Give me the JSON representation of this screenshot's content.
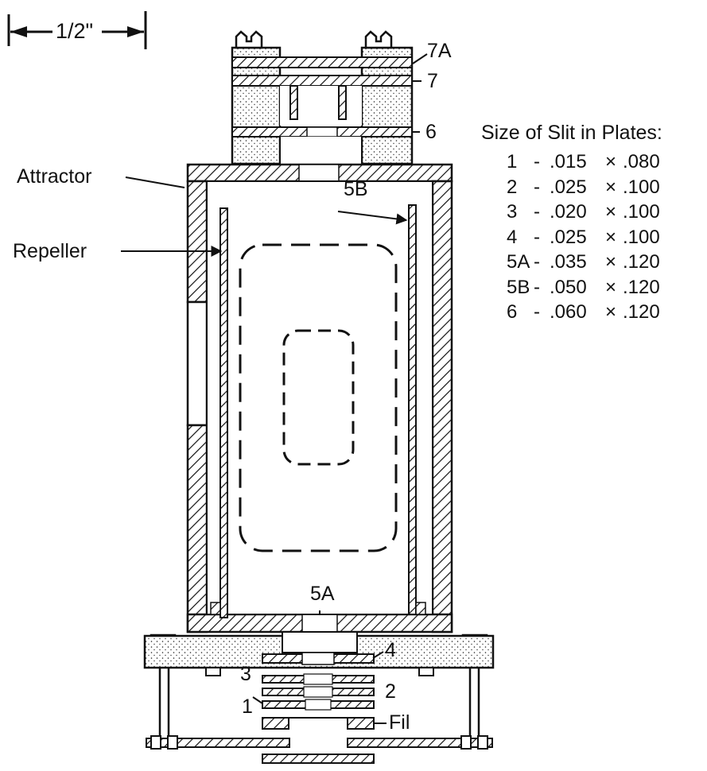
{
  "scale_label": "1/2\"",
  "part_labels": {
    "p7a": "7A",
    "p7": "7",
    "p6": "6",
    "p5b": "5B",
    "p5a": "5A",
    "p4": "4",
    "p3": "3",
    "p2": "2",
    "p1": "1",
    "fil": "Fil",
    "attractor": "Attractor",
    "repeller": "Repeller"
  },
  "slit_table": {
    "title": "Size of Slit in Plates:",
    "rows": [
      {
        "plate": "1",
        "dash": "-",
        "a": ".015",
        "x": "×",
        "b": ".080"
      },
      {
        "plate": "2",
        "dash": "-",
        "a": ".025",
        "x": "×",
        "b": ".100"
      },
      {
        "plate": "3",
        "dash": "-",
        "a": ".020",
        "x": "×",
        "b": ".100"
      },
      {
        "plate": "4",
        "dash": "-",
        "a": ".025",
        "x": "×",
        "b": ".100"
      },
      {
        "plate": "5A",
        "dash": "-",
        "a": ".035",
        "x": "×",
        "b": ".120"
      },
      {
        "plate": "5B",
        "dash": "-",
        "a": ".050",
        "x": "×",
        "b": ".120"
      },
      {
        "plate": "6",
        "dash": "-",
        "a": ".060",
        "x": "×",
        "b": ".120"
      }
    ]
  }
}
